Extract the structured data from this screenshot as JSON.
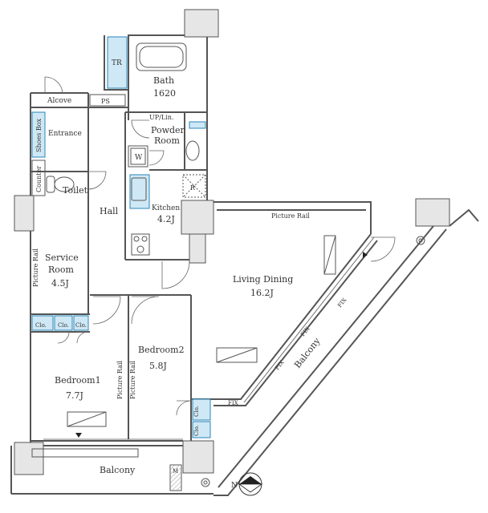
{
  "colors": {
    "wall": "#555555",
    "column_fill": "#e6e6e6",
    "storage_fill": "#cfe8f5",
    "storage_stroke": "#2a86b8",
    "line": "#444444"
  },
  "rooms": {
    "tr": "TR",
    "bath": "Bath",
    "bath_size": "1620",
    "alcove": "Alcove",
    "ps": "PS",
    "up_lin": "UP/Lin.",
    "shoes_box": "Shoes Box",
    "entrance": "Entrance",
    "powder_line1": "Powder",
    "powder_line2": "Room",
    "washer": "W",
    "refrigerator": "R",
    "counter": "Counter",
    "toilet": "Toilet",
    "kitchen": "Kitchen",
    "kitchen_size": "4.2J",
    "hall": "Hall",
    "service_line1": "Service",
    "service_line2": "Room",
    "service_size": "4.5J",
    "living": "Living Dining",
    "living_size": "16.2J",
    "bedroom1": "Bedroom1",
    "bedroom1_size": "7.7J",
    "bedroom2": "Bedroom2",
    "bedroom2_size": "5.8J",
    "balcony_bottom": "Balcony",
    "balcony_diag": "Balcony"
  },
  "labels": {
    "picture_rail": "Picture Rail",
    "clo": "Clo.",
    "fix": "FIX",
    "meter": "M",
    "north": "N"
  }
}
